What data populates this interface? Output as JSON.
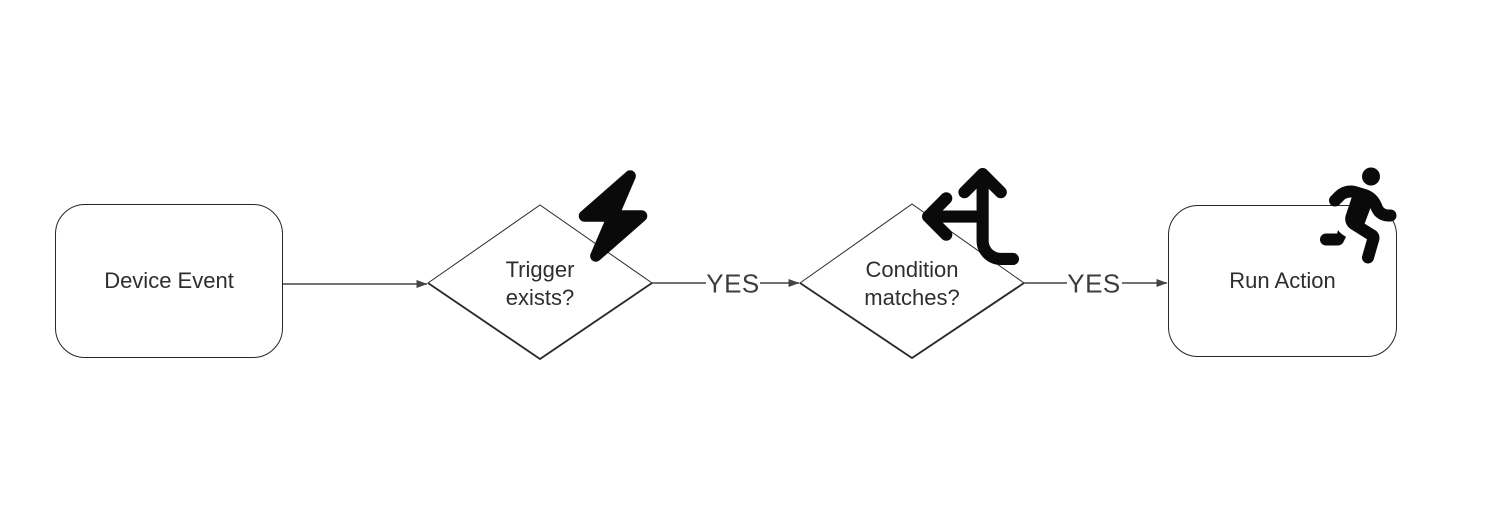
{
  "diagram": {
    "background_color": "#ffffff",
    "shape_stroke_color": "#2b2b2b",
    "connector_color": "#444444",
    "text_color": "#2e2e2e",
    "edge_label_color": "#3c3c3c",
    "icon_color": "#0a0a0a",
    "nodes": [
      {
        "id": "device-event",
        "type": "rounded-rectangle",
        "label": "Device Event"
      },
      {
        "id": "trigger-exists",
        "type": "decision-diamond",
        "label": "Trigger exists?",
        "icon": "bolt-icon"
      },
      {
        "id": "condition-matches",
        "type": "decision-diamond",
        "label": "Condition matches?",
        "icon": "arrows-split-up-and-left-icon"
      },
      {
        "id": "run-action",
        "type": "rounded-rectangle",
        "label": "Run Action",
        "icon": "person-running-icon"
      }
    ],
    "edges": [
      {
        "from": "device-event",
        "to": "trigger-exists",
        "label": ""
      },
      {
        "from": "trigger-exists",
        "to": "condition-matches",
        "label": "YES"
      },
      {
        "from": "condition-matches",
        "to": "run-action",
        "label": "YES"
      }
    ]
  }
}
